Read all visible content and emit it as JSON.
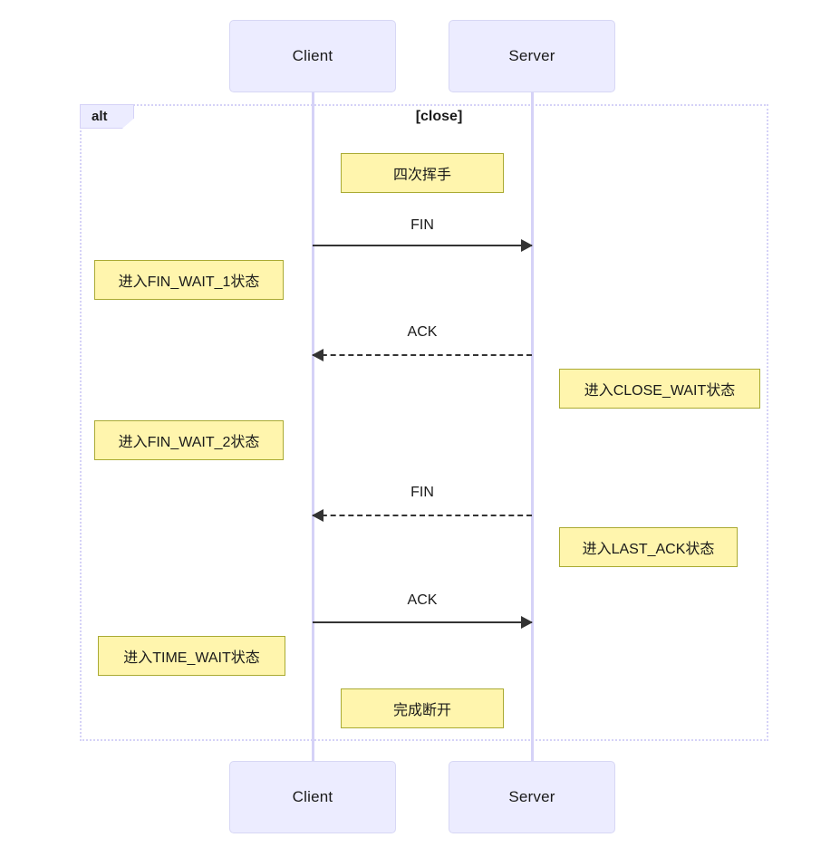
{
  "diagram": {
    "type": "sequence-diagram",
    "participants": [
      {
        "id": "client",
        "label": "Client"
      },
      {
        "id": "server",
        "label": "Server"
      }
    ],
    "fragment": {
      "operator": "alt",
      "condition": "[close]"
    },
    "notes": [
      {
        "id": "note-four-way-handshake",
        "text": "四次挥手",
        "side": "center-client"
      },
      {
        "id": "note-fin-wait-1",
        "text": "进入FIN_WAIT_1状态",
        "side": "left"
      },
      {
        "id": "note-close-wait",
        "text": "进入CLOSE_WAIT状态",
        "side": "right"
      },
      {
        "id": "note-fin-wait-2",
        "text": "进入FIN_WAIT_2状态",
        "side": "left"
      },
      {
        "id": "note-last-ack",
        "text": "进入LAST_ACK状态",
        "side": "right"
      },
      {
        "id": "note-time-wait",
        "text": "进入TIME_WAIT状态",
        "side": "left"
      },
      {
        "id": "note-disconnected",
        "text": "完成断开",
        "side": "center-client"
      }
    ],
    "messages": [
      {
        "id": "msg-fin-1",
        "label": "FIN",
        "from": "client",
        "to": "server",
        "style": "solid",
        "direction": "right"
      },
      {
        "id": "msg-ack-1",
        "label": "ACK",
        "from": "server",
        "to": "client",
        "style": "dashed",
        "direction": "left"
      },
      {
        "id": "msg-fin-2",
        "label": "FIN",
        "from": "server",
        "to": "client",
        "style": "dashed",
        "direction": "left"
      },
      {
        "id": "msg-ack-2",
        "label": "ACK",
        "from": "client",
        "to": "server",
        "style": "solid",
        "direction": "right"
      }
    ],
    "colors": {
      "participant_fill": "#ececff",
      "participant_border": "#d7d7f5",
      "lifeline": "#d5d2f7",
      "note_fill": "#fff5ad",
      "note_border": "#aaaa33",
      "message_line": "#333333",
      "background": "#ffffff"
    }
  }
}
